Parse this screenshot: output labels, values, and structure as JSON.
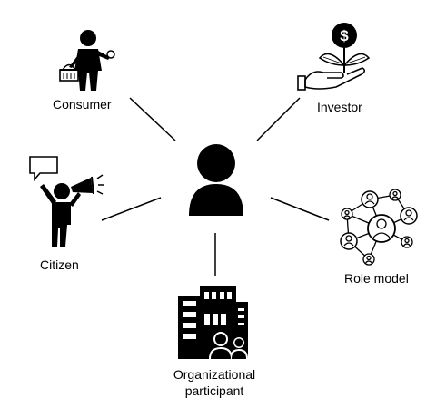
{
  "diagram": {
    "center_icon": "person-icon",
    "nodes": [
      {
        "id": "consumer",
        "label": "Consumer",
        "icon": "shopper-icon"
      },
      {
        "id": "investor",
        "label": "Investor",
        "icon": "money-plant-icon"
      },
      {
        "id": "citizen",
        "label": "Citizen",
        "icon": "megaphone-speaker-icon"
      },
      {
        "id": "role_model",
        "label": "Role model",
        "icon": "network-people-icon"
      },
      {
        "id": "organizational",
        "label": "Organizational participant",
        "icon": "building-people-icon"
      }
    ]
  }
}
